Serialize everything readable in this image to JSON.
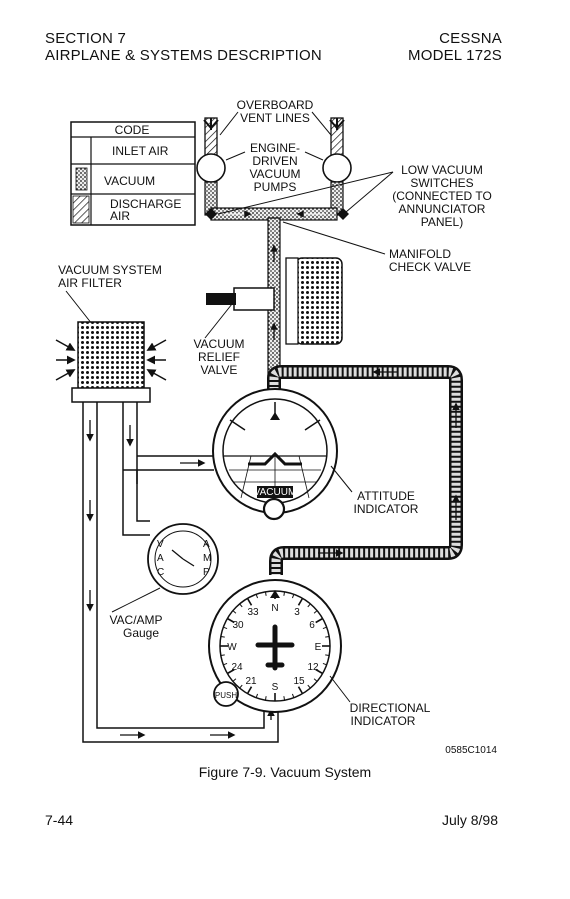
{
  "header": {
    "section": "SECTION 7",
    "subtitle": "AIRPLANE & SYSTEMS DESCRIPTION",
    "brand": "CESSNA",
    "model": "MODEL 172S"
  },
  "legend": {
    "title": "CODE",
    "items": [
      "INLET AIR",
      "VACUUM",
      "DISCHARGE",
      "AIR"
    ]
  },
  "labels": {
    "overboard_1": "OVERBOARD",
    "overboard_2": "VENT LINES",
    "pumps_1": "ENGINE-",
    "pumps_2": "DRIVEN",
    "pumps_3": "VACUUM",
    "pumps_4": "PUMPS",
    "switch_1": "LOW VACUUM",
    "switch_2": "SWITCHES",
    "switch_3": "(CONNECTED TO",
    "switch_4": "ANNUNCIATOR",
    "switch_5": "PANEL)",
    "manifold_1": "MANIFOLD",
    "manifold_2": "CHECK VALVE",
    "filter_1": "VACUUM SYSTEM",
    "filter_2": "AIR FILTER",
    "relief_1": "VACUUM",
    "relief_2": "RELIEF",
    "relief_3": "VALVE",
    "attitude_1": "ATTITUDE",
    "attitude_2": "INDICATOR",
    "gauge_1": "VAC/AMP",
    "gauge_2": "Gauge",
    "directional_1": "DIRECTIONAL",
    "directional_2": "INDICATOR",
    "drawing_number": "0585C1014",
    "attitude_face": "VACUUM",
    "push_knob": "PUSH",
    "gauge_v": "V",
    "gauge_a": "A",
    "gauge_c": "C",
    "gauge_a2": "A",
    "gauge_m": "M",
    "gauge_p": "P",
    "di_n": "N",
    "di_3": "3",
    "di_33": "33",
    "di_30": "30",
    "di_w": "W",
    "di_24": "24",
    "di_21": "21",
    "di_s": "S",
    "di_15": "15",
    "di_12": "12",
    "di_e": "E",
    "di_6": "6"
  },
  "caption": "Figure 7-9. Vacuum System",
  "footer": {
    "page": "7-44",
    "date": "July 8/98"
  }
}
